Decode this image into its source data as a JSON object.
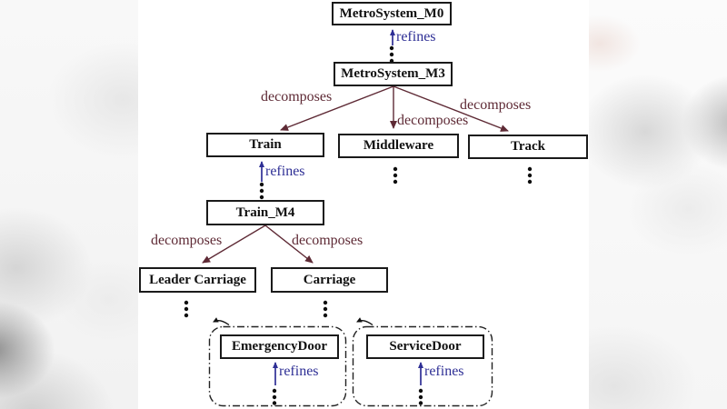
{
  "diagram_title": "MetroSystem refinement and decomposition tree",
  "nodes": {
    "m0": {
      "label": "MetroSystem_M0"
    },
    "m3": {
      "label": "MetroSystem_M3"
    },
    "train": {
      "label": "Train"
    },
    "middleware": {
      "label": "Middleware"
    },
    "track": {
      "label": "Track"
    },
    "train_m4": {
      "label": "Train_M4"
    },
    "leader_carriage": {
      "label": "Leader Carriage"
    },
    "carriage": {
      "label": "Carriage"
    },
    "emergency_door": {
      "label": "EmergencyDoor"
    },
    "service_door": {
      "label": "ServiceDoor"
    }
  },
  "edges": [
    {
      "from": "MetroSystem_M3",
      "to": "MetroSystem_M0",
      "label": "refines"
    },
    {
      "from": "MetroSystem_M3",
      "to": "Train",
      "label": "decomposes"
    },
    {
      "from": "MetroSystem_M3",
      "to": "Middleware",
      "label": "decomposes"
    },
    {
      "from": "MetroSystem_M3",
      "to": "Track",
      "label": "decomposes"
    },
    {
      "from": "Train_M4",
      "to": "Train",
      "label": "refines"
    },
    {
      "from": "Train_M4",
      "to": "Leader Carriage",
      "label": "decomposes"
    },
    {
      "from": "Train_M4",
      "to": "Carriage",
      "label": "decomposes"
    },
    {
      "from": "…",
      "to": "EmergencyDoor",
      "label": "refines"
    },
    {
      "from": "…",
      "to": "ServiceDoor",
      "label": "refines"
    }
  ],
  "ellipsis_marks": [
    "below MetroSystem_M0 arrow",
    "below Train arrow",
    "below Middleware",
    "below Track",
    "below Leader Carriage",
    "below Carriage",
    "inside EmergencyDoor group",
    "inside ServiceDoor group"
  ],
  "colors": {
    "decomposes_arrow": "#5e2a35",
    "refines_arrow": "#2e2f95",
    "box_border": "#1a1a1a",
    "text": "#111111",
    "slide_background": "#ffffff"
  }
}
